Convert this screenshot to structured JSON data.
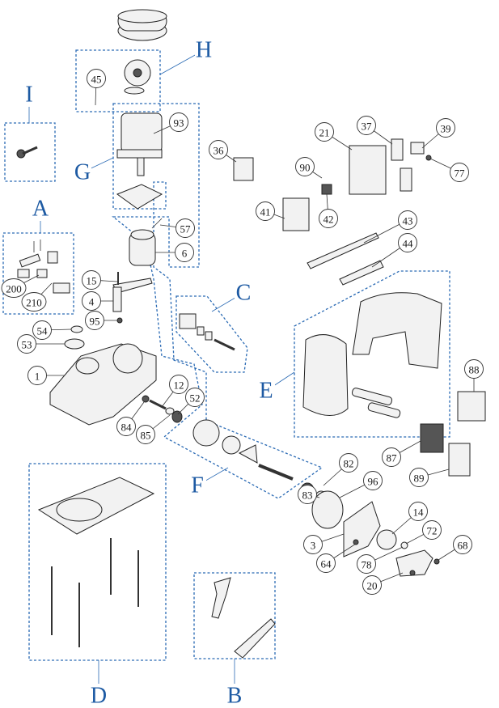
{
  "groups": [
    "H",
    "I",
    "A",
    "G",
    "C",
    "E",
    "F",
    "D",
    "B"
  ],
  "callouts": [
    "45",
    "93",
    "36",
    "21",
    "37",
    "39",
    "77",
    "90",
    "42",
    "41",
    "43",
    "44",
    "57",
    "6",
    "15",
    "4",
    "95",
    "200",
    "210",
    "54",
    "53",
    "1",
    "12",
    "52",
    "84",
    "85",
    "88",
    "87",
    "89",
    "82",
    "83",
    "96",
    "14",
    "72",
    "3",
    "64",
    "78",
    "68",
    "20"
  ],
  "colors": {
    "group_label": "#1d5aa3",
    "dashed_box": "#2a6ab4",
    "lines": "#222222"
  }
}
